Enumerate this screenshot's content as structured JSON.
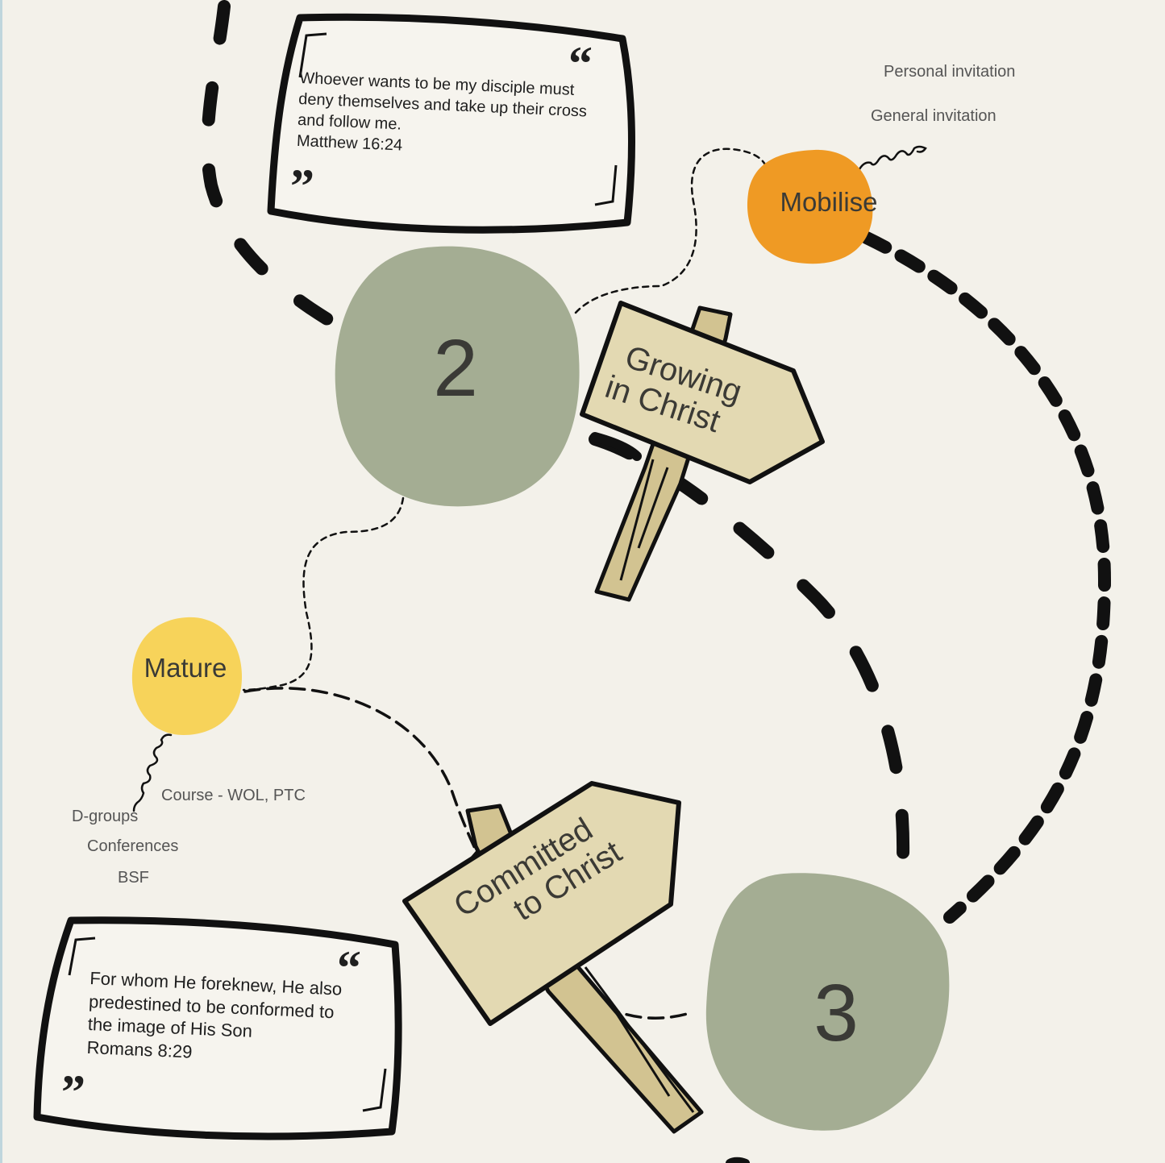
{
  "quotes": [
    {
      "lines": [
        "Whoever wants to be my disciple must",
        "deny themselves and take up their cross",
        "and follow me."
      ],
      "reference": "Matthew 16:24",
      "open_mark": "“",
      "close_mark": "”"
    },
    {
      "lines": [
        "For whom He foreknew, He also",
        "predestined to be conformed to",
        "the image of His Son"
      ],
      "reference": "Romans 8:29",
      "open_mark": "“",
      "close_mark": "”"
    }
  ],
  "stages": [
    {
      "label": "2",
      "color": "#a4ad93"
    },
    {
      "label": "3",
      "color": "#a4ad93"
    }
  ],
  "bubbles": {
    "mobilise": {
      "label": "Mobilise",
      "color": "#ef9a24",
      "notes": [
        "Personal invitation",
        "General invitation"
      ]
    },
    "mature": {
      "label": "Mature",
      "color": "#f7d35a",
      "notes": [
        "Course - WOL, PTC",
        "D-groups",
        "Conferences",
        "BSF"
      ]
    }
  },
  "signs": {
    "growing": {
      "line1": "Growing",
      "line2": "in Christ",
      "color": "#e3d9b2"
    },
    "committed": {
      "line1": "Committed",
      "line2": "to Christ",
      "color": "#e3d9b2"
    }
  },
  "colors": {
    "background": "#f3f1ea",
    "ink": "#111111",
    "post": "#d2c391"
  }
}
